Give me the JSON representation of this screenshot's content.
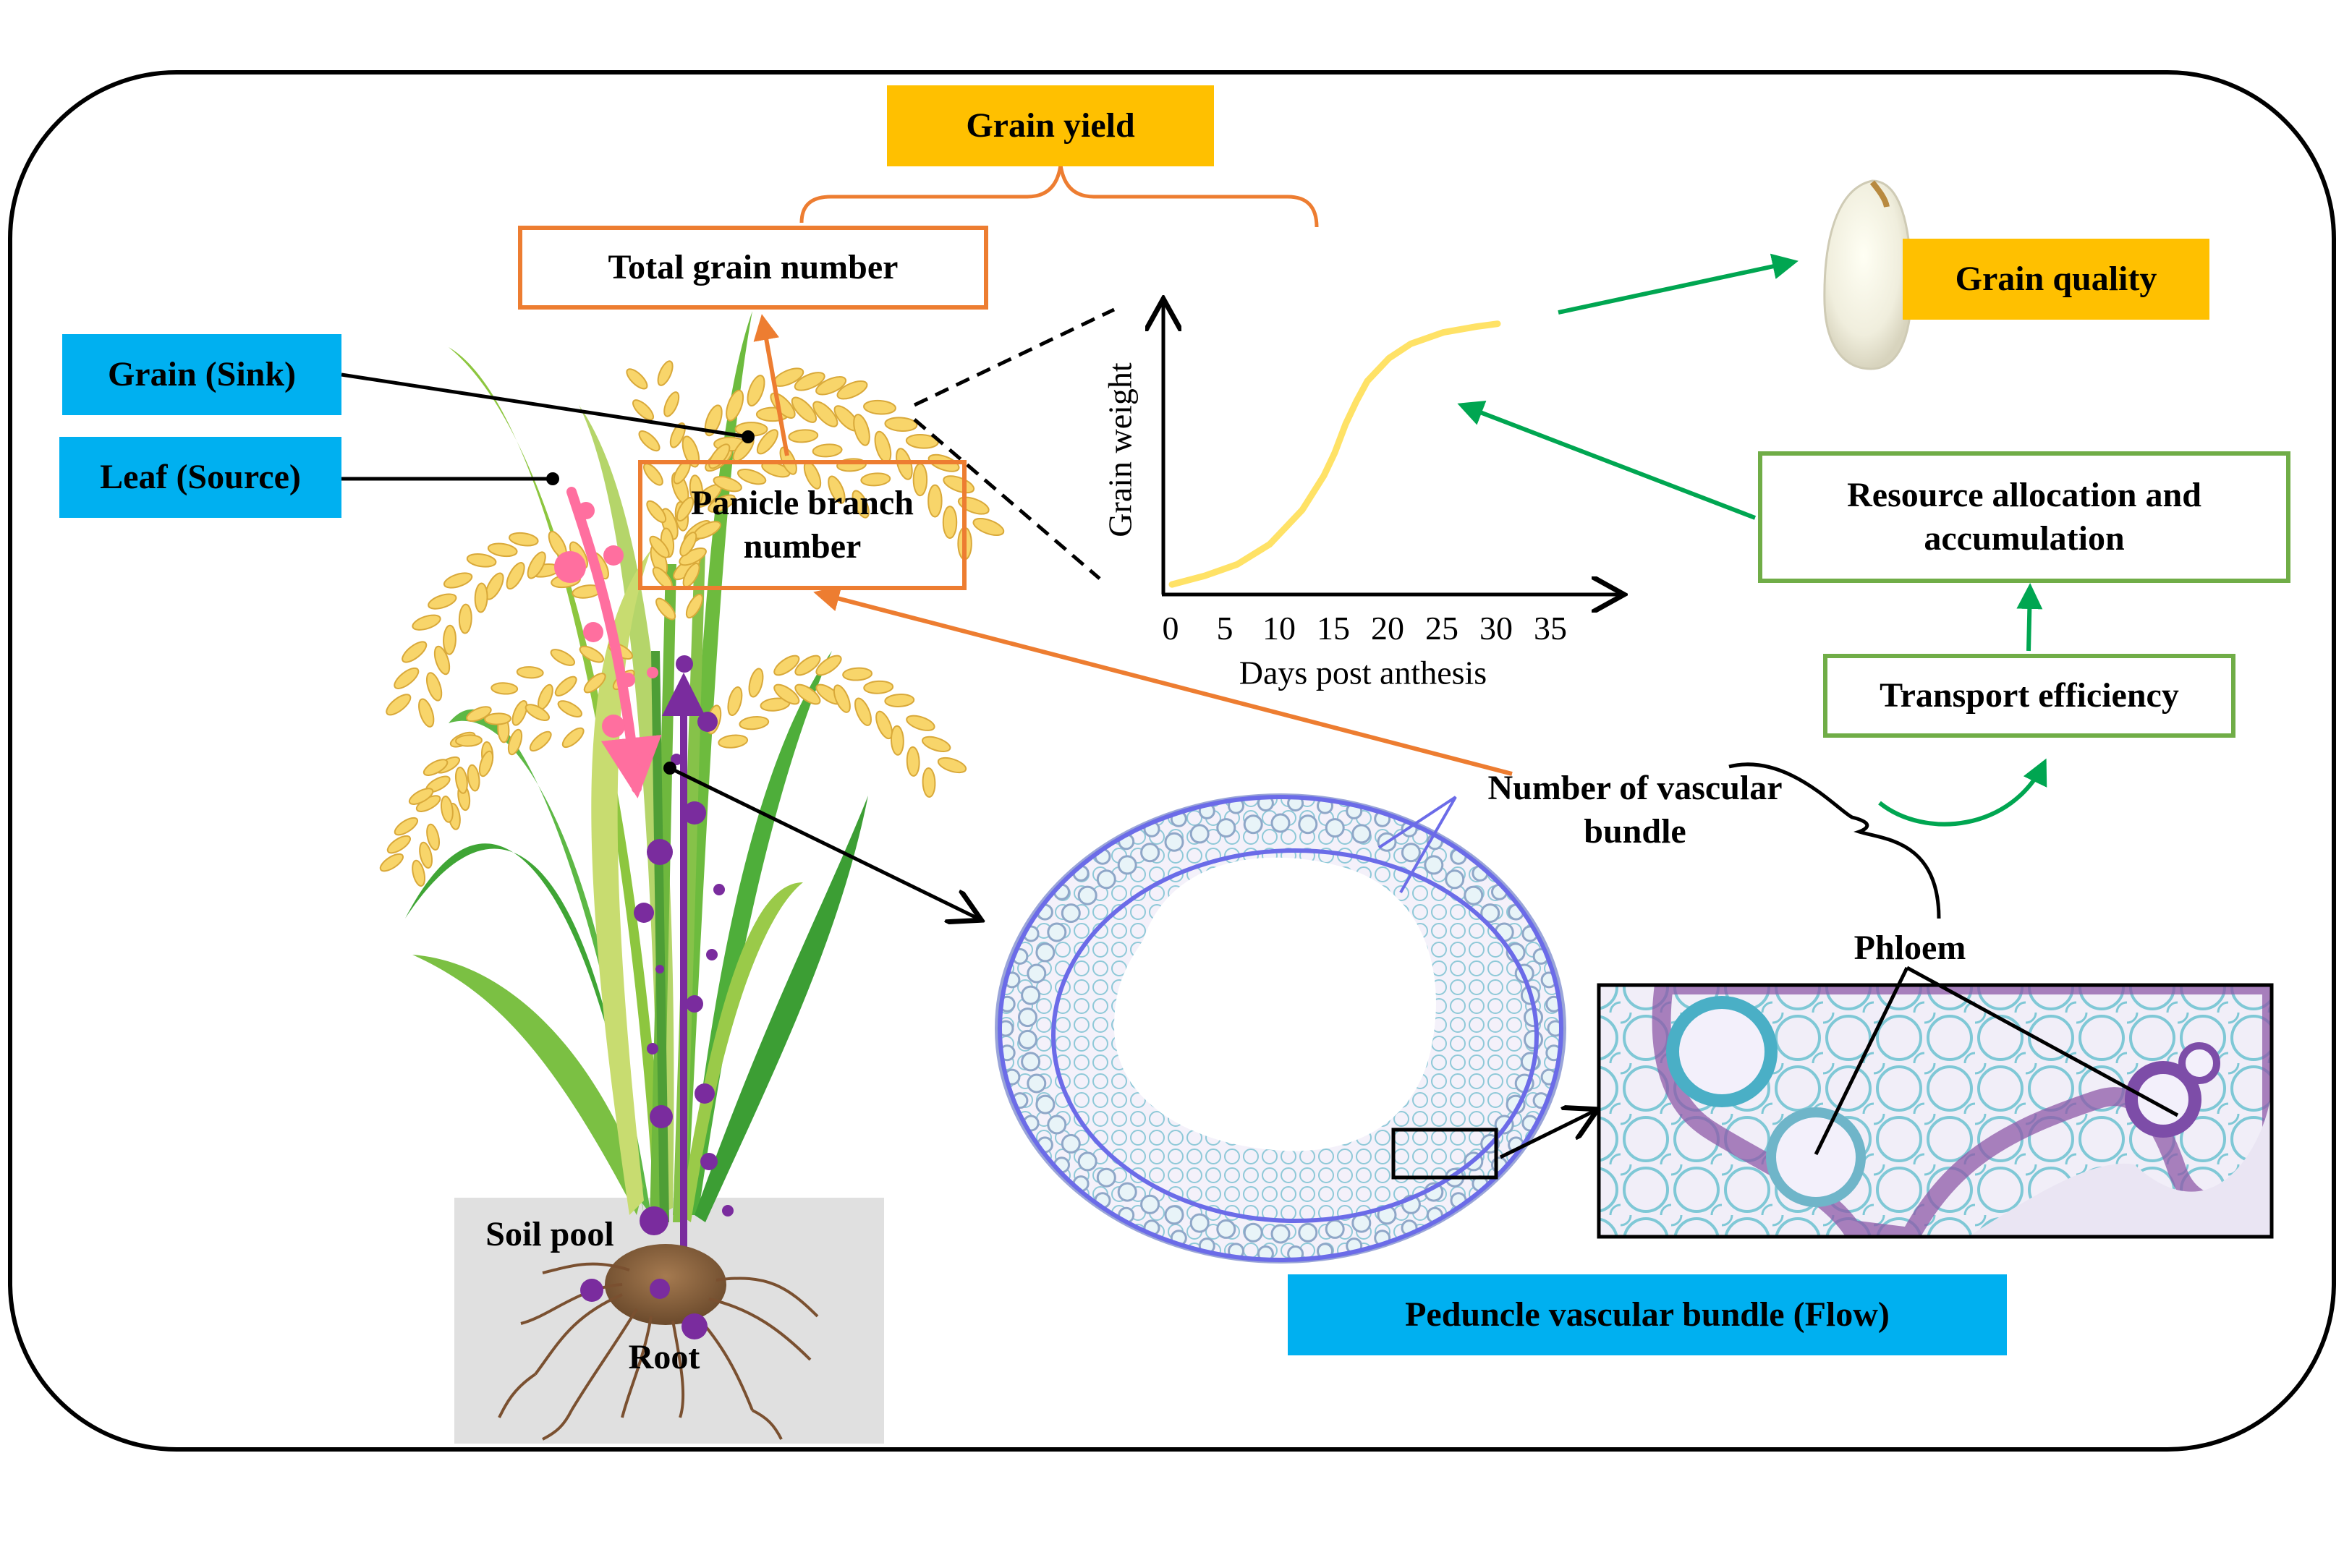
{
  "labels": {
    "grain_yield": "Grain yield",
    "total_grain_number": "Total grain number",
    "grain_sink": "Grain (Sink)",
    "leaf_source": "Leaf (Source)",
    "panicle_branch_number": "Panicle branch number",
    "grain_quality": "Grain quality",
    "resource_allocation": "Resource allocation and accumulation",
    "transport_efficiency": "Transport efficiency",
    "number_vascular_bundle": "Number of vascular bundle",
    "phloem": "Phloem",
    "soil_pool": "Soil pool",
    "root": "Root",
    "peduncle_vascular_bundle": "Peduncle vascular bundle (Flow)"
  },
  "chart_data": {
    "type": "line",
    "xlabel": "Days post anthesis",
    "ylabel": "Grain weight",
    "x_ticks": [
      "0",
      "5",
      "10",
      "15",
      "20",
      "25",
      "30",
      "35"
    ],
    "xlim": [
      0,
      40
    ],
    "y_ticks_shown": false,
    "curve_shape": "sigmoid",
    "series": [
      {
        "x": [
          0,
          3,
          6,
          9,
          12,
          14,
          15,
          16,
          17,
          18,
          20,
          22,
          25,
          28,
          30
        ],
        "y": [
          0.02,
          0.05,
          0.09,
          0.16,
          0.28,
          0.4,
          0.48,
          0.58,
          0.66,
          0.73,
          0.81,
          0.86,
          0.9,
          0.92,
          0.93
        ]
      }
    ],
    "colors": {
      "curve": "#FFE266",
      "axes": "#000000"
    }
  },
  "colors": {
    "yellow_label": "#FFC000",
    "blue_label": "#00B0F0",
    "orange": "#ED7D31",
    "green": "#00A651",
    "green_box": "#70AD47",
    "vascular_ring": "#6B6BE8",
    "soil_bg": "#E0E0E0"
  }
}
